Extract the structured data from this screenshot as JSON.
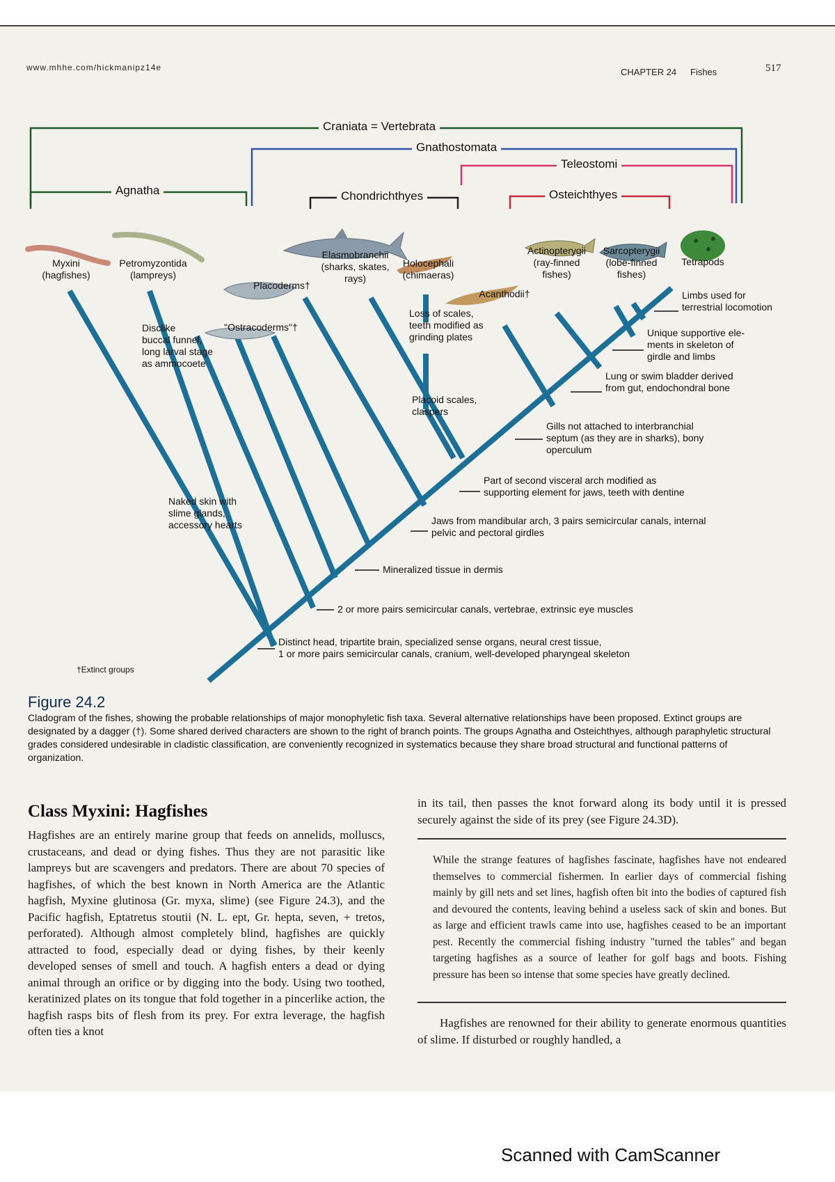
{
  "header": {
    "url": "www.mhhe.com/hickmanipz14e",
    "chapter": "CHAPTER 24",
    "chapter_title": "Fishes",
    "page_number": "517"
  },
  "cladogram": {
    "groups": {
      "craniata": "Craniata = Vertebrata",
      "gnathostomata": "Gnathostomata",
      "teleostomi": "Teleostomi",
      "agnatha": "Agnatha",
      "chondrichthyes": "Chondrichthyes",
      "osteichthyes": "Osteichthyes"
    },
    "taxa": {
      "myxini": "Myxini\n(hagfishes)",
      "petromyzontida": "Petromyzontida\n(lampreys)",
      "placoderms": "Placoderms†",
      "ostracoderms": "\"Ostracoderms\"†",
      "elasmobranchii": "Elasmobranchii\n(sharks, skates,\nrays)",
      "holocephali": "Holocephali\n(chimaeras)",
      "acanthodii": "Acanthodii†",
      "actinopterygii": "Actinopterygii\n(ray-finned\nfishes)",
      "sarcopterygii": "Sarcopterygii\n(lobe-finned\nfishes)",
      "tetrapods": "Tetrapods"
    },
    "characters": {
      "limbs": "Limbs used for\nterrestrial locomotion",
      "supportive": "Unique supportive ele-\nments in skeleton of\ngirdle and limbs",
      "lung": "Lung or swim bladder derived\nfrom gut, endochondral bone",
      "gills": "Gills not attached to interbranchial\nseptum (as they are in sharks), bony\noperculum",
      "visceral": "Part of second visceral arch modified as\nsupporting element for jaws, teeth with dentine",
      "jaws": "Jaws from mandibular arch, 3 pairs semicircular canals, internal\npelvic and pectoral girdles",
      "mineralized": "Mineralized tissue in dermis",
      "two_pairs": "2 or more pairs semicircular canals, vertebrae, extrinsic eye muscles",
      "distinct_head": "Distinct head, tripartite brain, specialized sense organs, neural crest tissue,\n1 or more pairs semicircular canals, cranium, well-developed pharyngeal skeleton",
      "loss_scales": "Loss of scales,\nteeth modified as\ngrinding plates",
      "placoid": "Placoid scales,\nclaspers",
      "disclike": "Disclike\nbuccal funnel,\nlong larval stage\nas ammocoete",
      "naked_skin": "Naked skin with\nslime glands,\naccessory hearts"
    },
    "extinct_note": "†Extinct groups",
    "colors": {
      "branch": "#1c6f97",
      "craniata": "#1e5c2e",
      "gnathostomata": "#2f55a8",
      "teleostomi": "#d4336b",
      "osteichthyes": "#c8283a"
    }
  },
  "figure": {
    "title": "Figure 24.2",
    "caption": "Cladogram of the fishes, showing the probable relationships of major monophyletic fish taxa. Several alternative relationships have been proposed. Extinct groups are designated by a dagger (†). Some shared derived characters are shown to the right of branch points. The groups Agnatha and Osteichthyes, although paraphyletic structural grades considered undesirable in cladistic classification, are conveniently recognized in systematics because they share broad structural and functional patterns of organization."
  },
  "section": {
    "heading": "Class Myxini: Hagfishes",
    "left_column": "Hagfishes are an entirely marine group that feeds on annelids, molluscs, crustaceans, and dead or dying fishes. Thus they are not parasitic like lampreys but are scavengers and predators. There are about 70 species of hagfishes, of which the best known in North America are the Atlantic hagfish, Myxine glutinosa (Gr. myxa, slime) (see Figure 24.3), and the Pacific hagfish, Eptatretus stoutii (N. L. ept, Gr. hepta, seven, + tretos, perforated). Although almost completely blind, hagfishes are quickly attracted to food, especially dead or dying fishes, by their keenly developed senses of smell and touch. A hagfish enters a dead or dying animal through an orifice or by digging into the body. Using two toothed, keratinized plates on its tongue that fold together in a pincerlike action, the hagfish rasps bits of flesh from its prey. For extra leverage, the hagfish often ties a knot",
    "right_top": "in its tail, then passes the knot forward along its body until it is pressed securely against the side of its prey (see Figure 24.3D).",
    "box": "While the strange features of hagfishes fascinate, hagfishes have not endeared themselves to commercial fishermen. In earlier days of commercial fishing mainly by gill nets and set lines, hagfish often bit into the bodies of captured fish and devoured the contents, leaving behind a useless sack of skin and bones. But as large and efficient trawls came into use, hagfishes ceased to be an important pest. Recently the commercial fishing industry \"turned the tables\" and began targeting hagfishes as a source of leather for golf bags and boots. Fishing pressure has been so intense that some species have greatly declined.",
    "right_bottom": "Hagfishes are renowned for their ability to generate enormous quantities of slime. If disturbed or roughly handled, a"
  },
  "footer": {
    "scanner": "Scanned with CamScanner"
  }
}
